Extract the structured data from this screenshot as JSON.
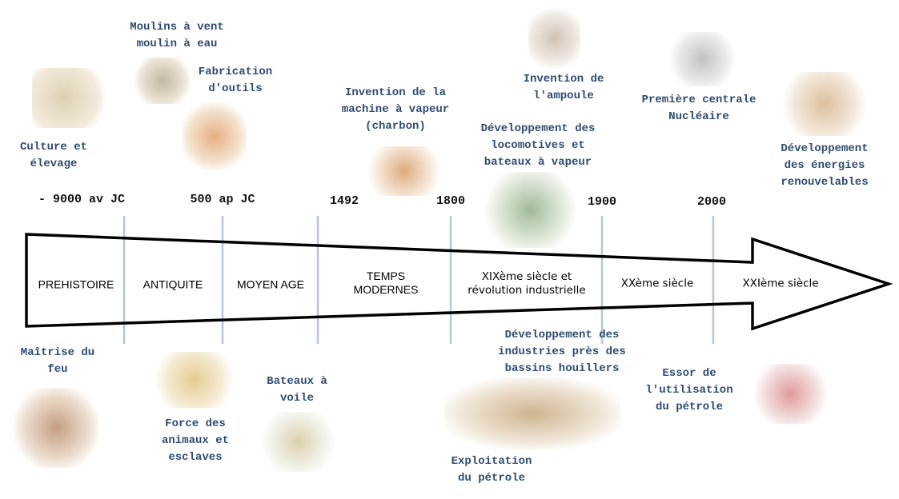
{
  "dates": [
    "- 9000 av JC",
    "500 ap JC",
    "1492",
    "1800",
    "1900",
    "2000"
  ],
  "eras": [
    "PREHISTOIRE",
    "ANTIQUITE",
    "MOYEN AGE",
    "TEMPS\nMODERNES",
    "XIXème siècle et\nrévolution industrielle",
    "XXème siècle",
    "XXIème siècle"
  ],
  "events_top": [
    "Culture et\nélevage",
    "Moulins à vent\nmoulin à eau",
    "Fabrication\nd'outils",
    "Invention de la\nmachine à vapeur\n(charbon)",
    "Invention de\nl'ampoule",
    "Développement des\nlocomotives et\nbateaux à vapeur",
    "Première centrale\nNucléaire",
    "Développement\ndes énergies\nrenouvelables"
  ],
  "events_bottom": [
    "Maîtrise du\nfeu",
    "Force des\nanimaux et\nesclaves",
    "Bateaux à\nvoile",
    "Développement des\nindustries près des\nbassins houillers",
    "Exploitation\ndu pétrole",
    "Essor de\nl'utilisation\ndu pétrole"
  ],
  "colors": {
    "label": "#2f4b6e",
    "divider": "#b8c6d6",
    "arrow": "#000000"
  }
}
